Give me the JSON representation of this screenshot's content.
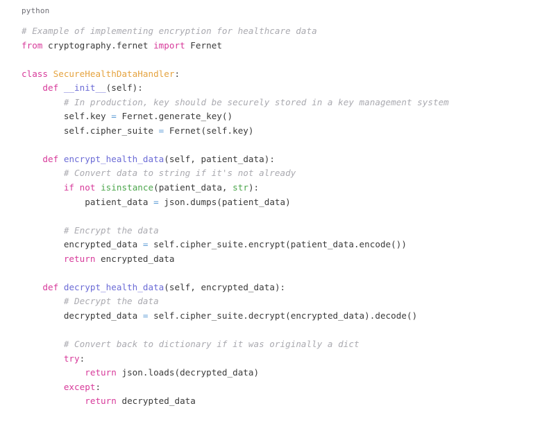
{
  "code_block": {
    "language_label": "python",
    "background": "#ffffff",
    "colors": {
      "keyword": "#d73a9a",
      "class_name": "#e5a33f",
      "function_name": "#6b6bd6",
      "builtin": "#4ca64c",
      "operator": "#5b9bd5",
      "comment": "#aaaab0",
      "plain": "#3a3a3a",
      "language_label": "#6f6f76"
    },
    "plain_text": "# Example of implementing encryption for healthcare data\nfrom cryptography.fernet import Fernet\n\nclass SecureHealthDataHandler:\n    def __init__(self):\n        # In production, key should be securely stored in a key management system\n        self.key = Fernet.generate_key()\n        self.cipher_suite = Fernet(self.key)\n\n    def encrypt_health_data(self, patient_data):\n        # Convert data to string if it's not already\n        if not isinstance(patient_data, str):\n            patient_data = json.dumps(patient_data)\n\n        # Encrypt the data\n        encrypted_data = self.cipher_suite.encrypt(patient_data.encode())\n        return encrypted_data\n\n    def decrypt_health_data(self, encrypted_data):\n        # Decrypt the data\n        decrypted_data = self.cipher_suite.decrypt(encrypted_data).decode()\n\n        # Convert back to dictionary if it was originally a dict\n        try:\n            return json.loads(decrypted_data)\n        except:\n            return decrypted_data",
    "lines": [
      {
        "tokens": [
          {
            "t": "comment",
            "s": "# Example of implementing encryption for healthcare data"
          }
        ]
      },
      {
        "tokens": [
          {
            "t": "keyword",
            "s": "from"
          },
          {
            "t": "plain",
            "s": " cryptography.fernet "
          },
          {
            "t": "keyword",
            "s": "import"
          },
          {
            "t": "plain",
            "s": " Fernet"
          }
        ]
      },
      {
        "tokens": []
      },
      {
        "tokens": [
          {
            "t": "keyword",
            "s": "class"
          },
          {
            "t": "plain",
            "s": " "
          },
          {
            "t": "class_name",
            "s": "SecureHealthDataHandler"
          },
          {
            "t": "plain",
            "s": ":"
          }
        ]
      },
      {
        "tokens": [
          {
            "t": "plain",
            "s": "    "
          },
          {
            "t": "keyword",
            "s": "def"
          },
          {
            "t": "plain",
            "s": " "
          },
          {
            "t": "function_name",
            "s": "__init__"
          },
          {
            "t": "plain",
            "s": "(self):"
          }
        ]
      },
      {
        "tokens": [
          {
            "t": "plain",
            "s": "        "
          },
          {
            "t": "comment",
            "s": "# In production, key should be securely stored in a key management system"
          }
        ]
      },
      {
        "tokens": [
          {
            "t": "plain",
            "s": "        self.key "
          },
          {
            "t": "operator",
            "s": "="
          },
          {
            "t": "plain",
            "s": " Fernet.generate_key()"
          }
        ]
      },
      {
        "tokens": [
          {
            "t": "plain",
            "s": "        self.cipher_suite "
          },
          {
            "t": "operator",
            "s": "="
          },
          {
            "t": "plain",
            "s": " Fernet(self.key)"
          }
        ]
      },
      {
        "tokens": []
      },
      {
        "tokens": [
          {
            "t": "plain",
            "s": "    "
          },
          {
            "t": "keyword",
            "s": "def"
          },
          {
            "t": "plain",
            "s": " "
          },
          {
            "t": "function_name",
            "s": "encrypt_health_data"
          },
          {
            "t": "plain",
            "s": "(self, patient_data):"
          }
        ]
      },
      {
        "tokens": [
          {
            "t": "plain",
            "s": "        "
          },
          {
            "t": "comment",
            "s": "# Convert data to string if it's not already"
          }
        ]
      },
      {
        "tokens": [
          {
            "t": "plain",
            "s": "        "
          },
          {
            "t": "keyword",
            "s": "if"
          },
          {
            "t": "plain",
            "s": " "
          },
          {
            "t": "keyword",
            "s": "not"
          },
          {
            "t": "plain",
            "s": " "
          },
          {
            "t": "builtin",
            "s": "isinstance"
          },
          {
            "t": "plain",
            "s": "(patient_data, "
          },
          {
            "t": "builtin",
            "s": "str"
          },
          {
            "t": "plain",
            "s": "):"
          }
        ]
      },
      {
        "tokens": [
          {
            "t": "plain",
            "s": "            patient_data "
          },
          {
            "t": "operator",
            "s": "="
          },
          {
            "t": "plain",
            "s": " json.dumps(patient_data)"
          }
        ]
      },
      {
        "tokens": []
      },
      {
        "tokens": [
          {
            "t": "plain",
            "s": "        "
          },
          {
            "t": "comment",
            "s": "# Encrypt the data"
          }
        ]
      },
      {
        "tokens": [
          {
            "t": "plain",
            "s": "        encrypted_data "
          },
          {
            "t": "operator",
            "s": "="
          },
          {
            "t": "plain",
            "s": " self.cipher_suite.encrypt(patient_data.encode())"
          }
        ]
      },
      {
        "tokens": [
          {
            "t": "plain",
            "s": "        "
          },
          {
            "t": "keyword",
            "s": "return"
          },
          {
            "t": "plain",
            "s": " encrypted_data"
          }
        ]
      },
      {
        "tokens": []
      },
      {
        "tokens": [
          {
            "t": "plain",
            "s": "    "
          },
          {
            "t": "keyword",
            "s": "def"
          },
          {
            "t": "plain",
            "s": " "
          },
          {
            "t": "function_name",
            "s": "decrypt_health_data"
          },
          {
            "t": "plain",
            "s": "(self, encrypted_data):"
          }
        ]
      },
      {
        "tokens": [
          {
            "t": "plain",
            "s": "        "
          },
          {
            "t": "comment",
            "s": "# Decrypt the data"
          }
        ]
      },
      {
        "tokens": [
          {
            "t": "plain",
            "s": "        decrypted_data "
          },
          {
            "t": "operator",
            "s": "="
          },
          {
            "t": "plain",
            "s": " self.cipher_suite.decrypt(encrypted_data).decode()"
          }
        ]
      },
      {
        "tokens": []
      },
      {
        "tokens": [
          {
            "t": "plain",
            "s": "        "
          },
          {
            "t": "comment",
            "s": "# Convert back to dictionary if it was originally a dict"
          }
        ]
      },
      {
        "tokens": [
          {
            "t": "plain",
            "s": "        "
          },
          {
            "t": "keyword",
            "s": "try"
          },
          {
            "t": "plain",
            "s": ":"
          }
        ]
      },
      {
        "tokens": [
          {
            "t": "plain",
            "s": "            "
          },
          {
            "t": "keyword",
            "s": "return"
          },
          {
            "t": "plain",
            "s": " json.loads(decrypted_data)"
          }
        ]
      },
      {
        "tokens": [
          {
            "t": "plain",
            "s": "        "
          },
          {
            "t": "keyword",
            "s": "except"
          },
          {
            "t": "plain",
            "s": ":"
          }
        ]
      },
      {
        "tokens": [
          {
            "t": "plain",
            "s": "            "
          },
          {
            "t": "keyword",
            "s": "return"
          },
          {
            "t": "plain",
            "s": " decrypted_data"
          }
        ]
      }
    ]
  }
}
